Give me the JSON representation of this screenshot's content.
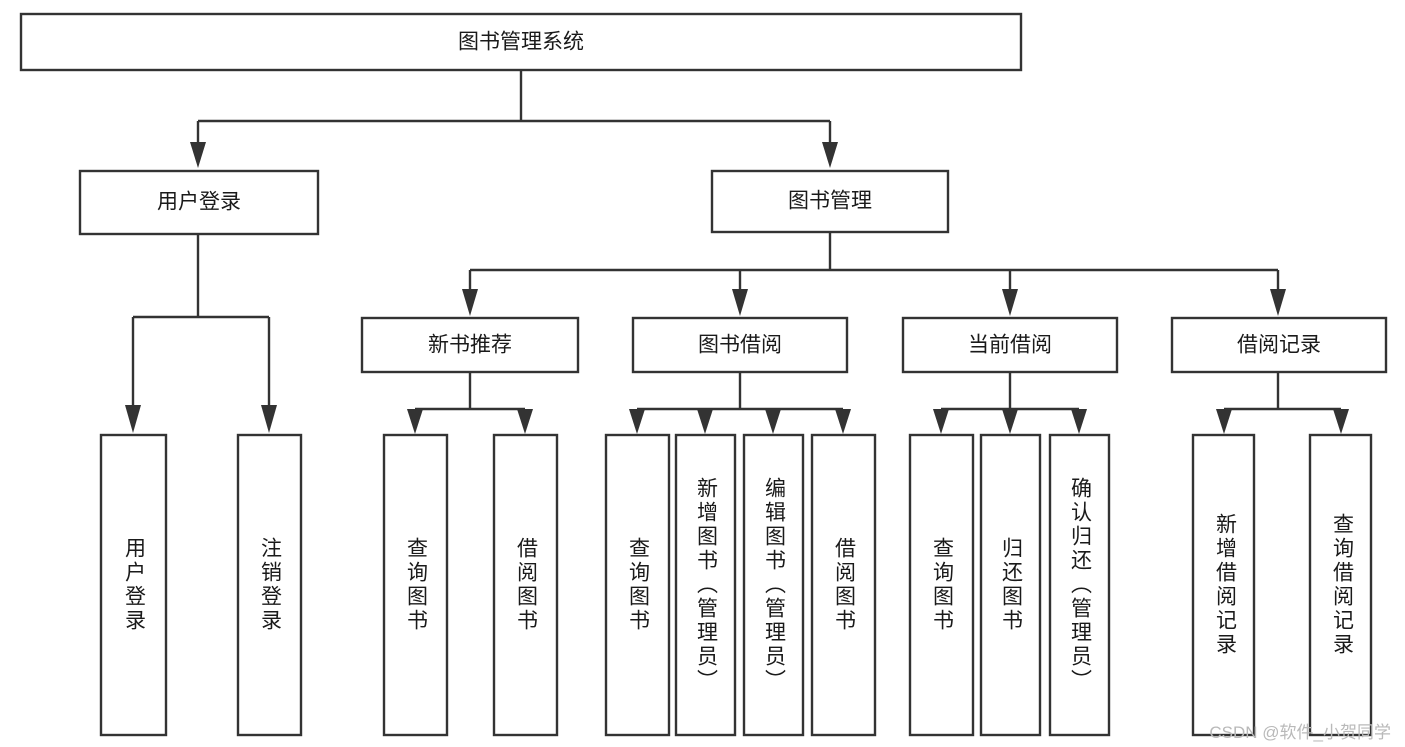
{
  "diagram": {
    "title": "图书管理系统",
    "type": "tree",
    "orientation": "top-down",
    "colors": {
      "box_fill": "#ffffff",
      "box_stroke": "#333333",
      "text": "#1a1a1a",
      "background": "#ffffff",
      "watermark": "#b9b9b9"
    },
    "root": {
      "id": "root",
      "label": "图书管理系统",
      "orientation": "horizontal"
    },
    "level1": [
      {
        "id": "user-login",
        "label": "用户登录",
        "orientation": "horizontal"
      },
      {
        "id": "book-manage",
        "label": "图书管理",
        "orientation": "horizontal"
      }
    ],
    "level2": [
      {
        "id": "new-book-recommend",
        "label": "新书推荐",
        "parent": "book-manage",
        "orientation": "horizontal"
      },
      {
        "id": "book-borrow",
        "label": "图书借阅",
        "parent": "book-manage",
        "orientation": "horizontal"
      },
      {
        "id": "current-borrow",
        "label": "当前借阅",
        "parent": "book-manage",
        "orientation": "horizontal"
      },
      {
        "id": "borrow-record",
        "label": "借阅记录",
        "parent": "book-manage",
        "orientation": "horizontal"
      }
    ],
    "leaves": [
      {
        "id": "leaf-user-login",
        "label": "用户登录",
        "parent": "user-login",
        "orientation": "vertical"
      },
      {
        "id": "leaf-user-logout",
        "label": "注销登录",
        "parent": "user-login",
        "orientation": "vertical"
      },
      {
        "id": "leaf-query-book-1",
        "label": "查询图书",
        "parent": "new-book-recommend",
        "orientation": "vertical"
      },
      {
        "id": "leaf-borrow-book-1",
        "label": "借阅图书",
        "parent": "new-book-recommend",
        "orientation": "vertical"
      },
      {
        "id": "leaf-query-book-2",
        "label": "查询图书",
        "parent": "book-borrow",
        "orientation": "vertical"
      },
      {
        "id": "leaf-add-book",
        "label": "新增图书（管理员）",
        "parent": "book-borrow",
        "orientation": "vertical"
      },
      {
        "id": "leaf-edit-book",
        "label": "编辑图书（管理员）",
        "parent": "book-borrow",
        "orientation": "vertical"
      },
      {
        "id": "leaf-borrow-book-2",
        "label": "借阅图书",
        "parent": "book-borrow",
        "orientation": "vertical"
      },
      {
        "id": "leaf-query-book-3",
        "label": "查询图书",
        "parent": "current-borrow",
        "orientation": "vertical"
      },
      {
        "id": "leaf-return-book",
        "label": "归还图书",
        "parent": "current-borrow",
        "orientation": "vertical"
      },
      {
        "id": "leaf-confirm-return",
        "label": "确认归还（管理员）",
        "parent": "current-borrow",
        "orientation": "vertical"
      },
      {
        "id": "leaf-add-record",
        "label": "新增借阅记录",
        "parent": "borrow-record",
        "orientation": "vertical"
      },
      {
        "id": "leaf-query-record",
        "label": "查询借阅记录",
        "parent": "borrow-record",
        "orientation": "vertical"
      }
    ]
  },
  "watermark": {
    "text": "CSDN @软件_小贺同学"
  }
}
